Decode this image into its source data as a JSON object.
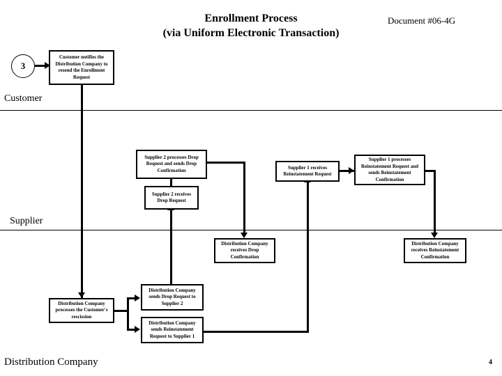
{
  "header": {
    "title_line1": "Enrollment Process",
    "title_line2": "(via Uniform Electronic Transaction)",
    "document_id": "Document #06-4G"
  },
  "lanes": [
    {
      "id": "customer",
      "label": "Customer"
    },
    {
      "id": "supplier",
      "label": "Supplier"
    },
    {
      "id": "distribution-company",
      "label": "Distribution Company"
    }
  ],
  "connector": {
    "label": "3"
  },
  "nodes": {
    "customer_notifies": "Customer notifies the Distribution Company to resend the Enrollment Request",
    "supplier2_processes": "Supplier 2 processes Drop Request and sends Drop Confirmation",
    "supplier2_receives": "Supplier 2 receives Drop Request",
    "supplier1_receives": "Supplier 1 receives Reinstatement Request",
    "supplier1_processes": "Supplier 1 processes Reinstatement Request and sends Reinstatement Confirmation",
    "dc_receives_drop_conf": "Distribution Company receives Drop Confirmation",
    "dc_receives_reinst_conf": "Distribution Company receives Reinstatement Confirmation",
    "dc_sends_drop_req": "Distribution Company sends Drop Request to Supplier 2",
    "dc_sends_reinst_req": "Distribution Company sends Reinstatement Request to Supplier 1",
    "dc_processes": "Distribution Company processes the Customer's rescission"
  },
  "footer": {
    "page_number": "4"
  },
  "colors": {
    "ink": "#000000",
    "paper": "#ffffff"
  }
}
